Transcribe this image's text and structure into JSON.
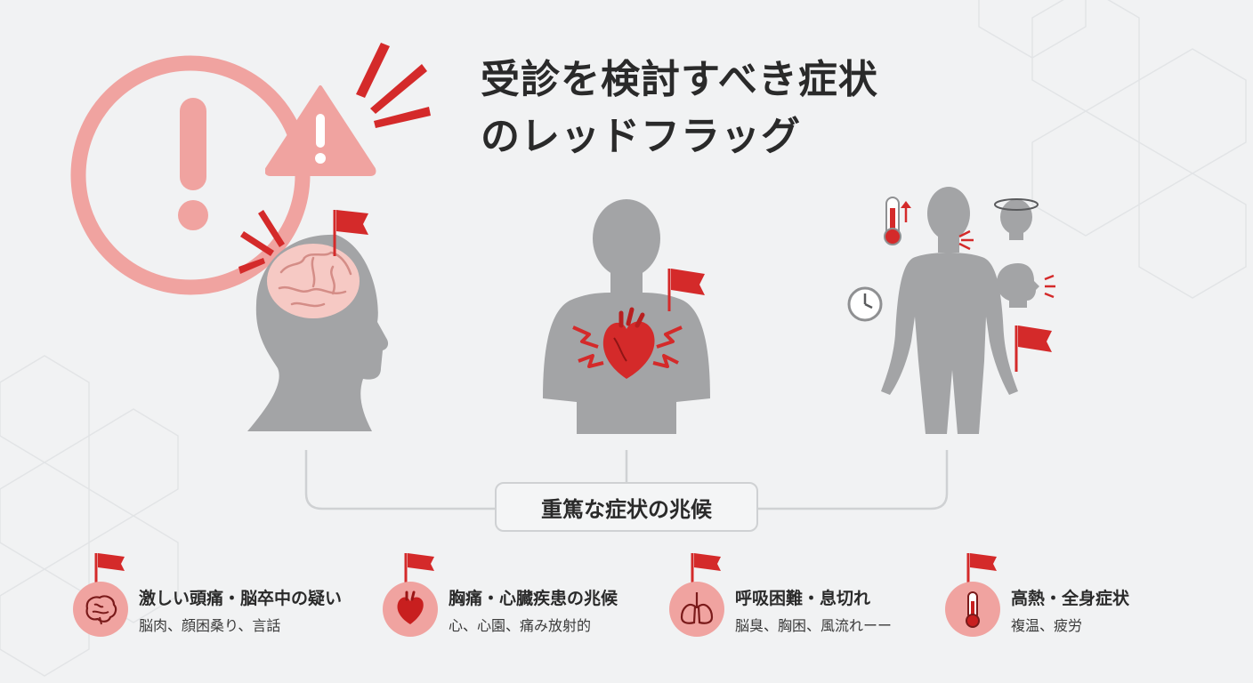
{
  "title": {
    "line1": "受診を検討すべき症状",
    "line2": "のレッドフラッグ"
  },
  "connector": {
    "label": "重篤な症状の兆候"
  },
  "symptoms": [
    {
      "title": "激しい頭痛・脳卒中の疑い",
      "desc": "脳肉、顔困桑り、言話",
      "icon": "brain-icon"
    },
    {
      "title": "胸痛・心臓疾患の兆候",
      "desc": "心、心園、痛み放射的",
      "icon": "heart-icon"
    },
    {
      "title": "呼吸困難・息切れ",
      "desc": "脳臭、胸困、風流れーー",
      "icon": "lungs-icon"
    },
    {
      "title": "高熱・全身症状",
      "desc": "複温、疲労",
      "icon": "thermometer-icon"
    }
  ],
  "colors": {
    "accent_red": "#d42a2a",
    "soft_red": "#f0a3a0",
    "figure_gray": "#a3a4a6",
    "background": "#f1f2f3"
  }
}
